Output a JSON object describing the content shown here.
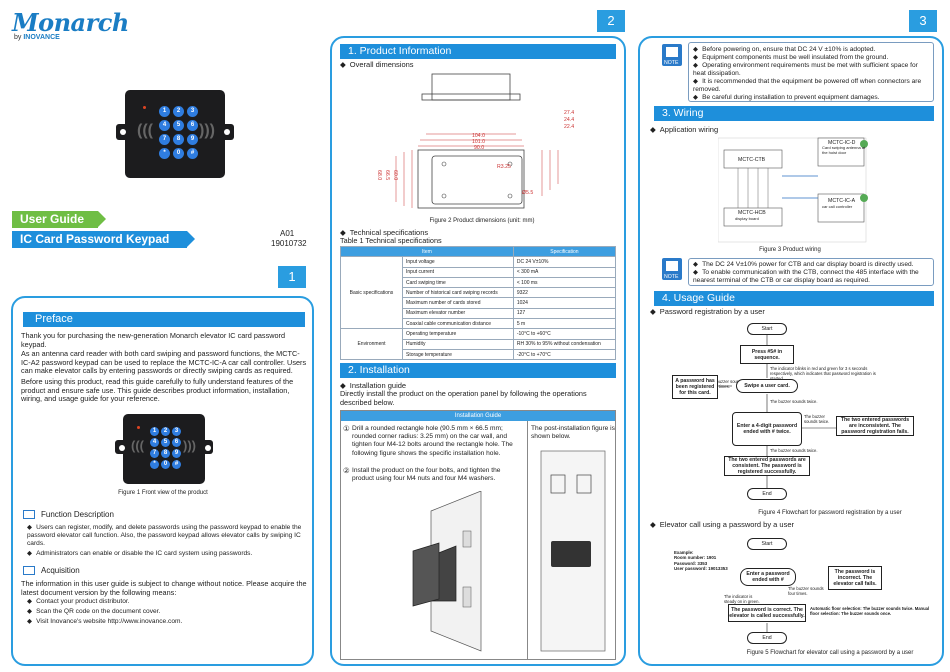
{
  "page1": {
    "brand": "Monarch",
    "brand_by": "by",
    "brand_company": "INOVANCE",
    "tag_user_guide": "User Guide",
    "tag_product": "IC Card Password Keypad",
    "version": "A01",
    "doc_number": "19010732",
    "page_number": "1",
    "keypad_keys": [
      "1",
      "2",
      "3",
      "4",
      "5",
      "6",
      "7",
      "8",
      "9",
      "*",
      "0",
      "#"
    ],
    "preface_title": "Preface",
    "preface_p1": "Thank you for purchasing the new-generation Monarch elevator IC card password keypad.",
    "preface_p2": "As an antenna card reader with both card swiping and password functions, the MCTC-IC-A2 password keypad can be used to replace the MCTC-IC-A car call controller. Users can make elevator calls by entering passwords or directly swiping cards as required.",
    "preface_p3": "Before using this product, read this guide carefully to fully understand features of the product and ensure safe use. This guide describes product information, installation, wiring, and usage guide for your reference.",
    "figure1_caption": "Figure 1  Front view of the product",
    "function_title": "Function Description",
    "function_items": [
      "Users can register, modify, and delete passwords using the password keypad to enable the password elevator call function. Also, the password keypad allows elevator calls by swiping IC cards.",
      "Administrators can enable or disable the IC card system using passwords."
    ],
    "acquisition_title": "Acquisition",
    "acquisition_text": "The information in this user guide is subject to change without notice. Please acquire the latest document version by the following means:",
    "acquisition_items": [
      "Contact your product distributor.",
      "Scan the QR code on the document cover.",
      "Visit Inovance's website http://www.inovance.com."
    ]
  },
  "page2": {
    "page_number": "2",
    "product_info_title": "1. Product Information",
    "overall_dimensions": "Overall dimensions",
    "dims": [
      "104.0",
      "101.0",
      "90.0",
      "R3.25",
      "Ø5.5",
      "27.4",
      "24.4",
      "22.4",
      "68.0",
      "66.5",
      "60.0"
    ],
    "figure2_caption": "Figure 2 Product dimensions (unit: mm)",
    "tech_spec_bullet": "Technical specifications",
    "table_caption": "Table 1 Technical specifications",
    "table_head": [
      "Item",
      "Specification"
    ],
    "group_basic": "Basic specifications",
    "group_env": "Environment",
    "table_rows": [
      [
        "Input voltage",
        "DC 24 V±10%"
      ],
      [
        "Input current",
        "< 300 mA"
      ],
      [
        "Card swiping time",
        "< 100 ms"
      ],
      [
        "Number of historical card swiping records",
        "9322"
      ],
      [
        "Maximum number of cards stored",
        "1024"
      ],
      [
        "Maximum elevator number",
        "127"
      ],
      [
        "Coaxial cable communication distance",
        "5 m"
      ],
      [
        "Operating temperature",
        "-10°C to +60°C"
      ],
      [
        "Humidity",
        "RH 30% to 95% without condensation"
      ],
      [
        "Storage temperature",
        "-20°C to +70°C"
      ]
    ],
    "installation_title": "2. Installation",
    "installation_guide_bullet": "Installation guide",
    "installation_intro": "Directly install the product on the operation panel by following the operations described below.",
    "guide_header": "Installation Guide",
    "guide_step1": "Drill a rounded rectangle hole (90.5 mm × 66.5 mm; rounded corner radius: 3.25 mm) on the car wall, and tighten four M4-12 bolts around the rectangle hole. The following figure shows the specific installation hole.",
    "guide_step2": "Install the product on the four bolts, and tighten the product using four M4 nuts and four M4 washers.",
    "guide_step_nums": [
      "①",
      "②"
    ],
    "post_install_text": "The post-installation figure is shown below."
  },
  "page3": {
    "page_number": "3",
    "note_label": "NOTE",
    "notes1": [
      "Before powering on, ensure that DC 24 V ±10% is adopted.",
      "Equipment components must be well insulated from the ground.",
      "Operating environment requirements must be met with sufficient space for heat dissipation.",
      "It is recommended that the equipment be powered off when connectors are removed.",
      "Be careful during installation to prevent equipment damages."
    ],
    "wiring_title": "3. Wiring",
    "application_wiring": "Application wiring",
    "wiring_labels": {
      "ctb": "MCTC-CTB",
      "icd": "MCTC-IC-D",
      "icd_sub": "Card swiping antenna at the hoist door",
      "ica": "MCTC-IC-A",
      "ica_sub": "car call controller",
      "hcb": "MCTC-HCB",
      "hcb_sub": "display board"
    },
    "figure3_caption": "Figure 3 Product wiring",
    "notes2": [
      "The DC 24 V±10% power for CTB and car display board is directly used.",
      "To enable communication with the CTB, connect the 485 interface with the nearest terminal of the CTB or car display board as required."
    ],
    "usage_title": "4. Usage Guide",
    "pw_reg_bullet": "Password registration by a user",
    "flow1": {
      "start": "Start",
      "press": "Press #5# in sequence.",
      "indicator_note": "The indicator blinks in red and green for 3 s seconds respectively, which indicates that password registration is started.",
      "buzzer3": "The buzzer sounds three times.",
      "swipe": "Swipe a user card.",
      "already": "A password has been registered for this card.",
      "buzzer_twice": "The buzzer sounds twice.",
      "enter": "Enter a 4-digit password ended with # twice.",
      "buzzer_twice2": "The buzzer sounds twice.",
      "inconsistent": "The two entered passwords are inconsistent. The password registration fails.",
      "buzzer_once": "The buzzer sounds twice.",
      "consistent": "The two entered passwords are consistent. The password is registered successfully.",
      "end": "End"
    },
    "figure4_caption": "Figure 4 Flowchart for password registration by a user",
    "elev_call_bullet": "Elevator call using a password by a user",
    "flow2": {
      "start": "Start",
      "example": "Example:\nRoom number: 1901\nPassword: 3353\nUser password: 19013353",
      "enter": "Enter a password ended with #",
      "buzzer4": "The buzzer sounds four times.",
      "incorrect": "The password is incorrect. The elevator call fails.",
      "steady": "The indicator is steady on in green.",
      "correct": "The password is correct. The elevator is called successfully.",
      "floor_note": "Automatic floor selection: The buzzer sounds twice. Manual floor selection: The buzzer sounds once.",
      "end": "End"
    },
    "figure5_caption": "Figure 5 Flowchart for elevator call using a password by a user"
  },
  "colors": {
    "accent": "#1e8fdb",
    "green": "#6fbe44",
    "border": "#2a9de0"
  }
}
